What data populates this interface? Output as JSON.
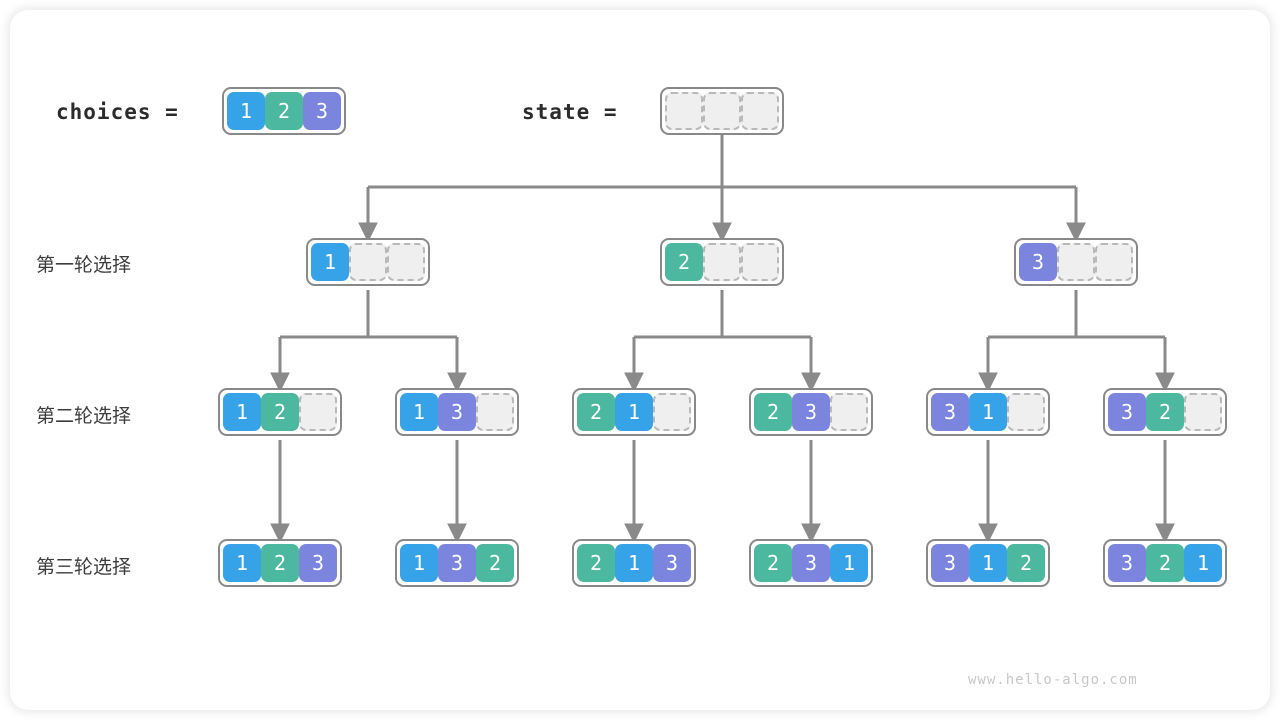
{
  "meta": {
    "watermark": "www.hello-algo.com",
    "colors": {
      "value_1": "#36a3e8",
      "value_2": "#4cb89f",
      "value_3": "#7b85dd",
      "empty_cell": "#efefef",
      "box_border": "#898989",
      "arrow": "#8a8a8a",
      "text": "#3d3d3d"
    }
  },
  "header": {
    "choices_label": "choices =",
    "state_label": "state =",
    "choices_cells": [
      "1",
      "2",
      "3"
    ],
    "state_cells": [
      "",
      "",
      ""
    ]
  },
  "row_labels": {
    "level1": "第一轮选择",
    "level2": "第二轮选择",
    "level3": "第三轮选择"
  },
  "levels": [
    {
      "name": "level1",
      "label": "第一轮选择",
      "nodes": [
        {
          "cells": [
            "1",
            "",
            ""
          ]
        },
        {
          "cells": [
            "2",
            "",
            ""
          ]
        },
        {
          "cells": [
            "3",
            "",
            ""
          ]
        }
      ]
    },
    {
      "name": "level2",
      "label": "第二轮选择",
      "nodes": [
        {
          "cells": [
            "1",
            "2",
            ""
          ]
        },
        {
          "cells": [
            "1",
            "3",
            ""
          ]
        },
        {
          "cells": [
            "2",
            "1",
            ""
          ]
        },
        {
          "cells": [
            "2",
            "3",
            ""
          ]
        },
        {
          "cells": [
            "3",
            "1",
            ""
          ]
        },
        {
          "cells": [
            "3",
            "2",
            ""
          ]
        }
      ]
    },
    {
      "name": "level3",
      "label": "第三轮选择",
      "nodes": [
        {
          "cells": [
            "1",
            "2",
            "3"
          ]
        },
        {
          "cells": [
            "1",
            "3",
            "2"
          ]
        },
        {
          "cells": [
            "2",
            "1",
            "3"
          ]
        },
        {
          "cells": [
            "2",
            "3",
            "1"
          ]
        },
        {
          "cells": [
            "3",
            "1",
            "2"
          ]
        },
        {
          "cells": [
            "3",
            "2",
            "1"
          ]
        }
      ]
    }
  ]
}
